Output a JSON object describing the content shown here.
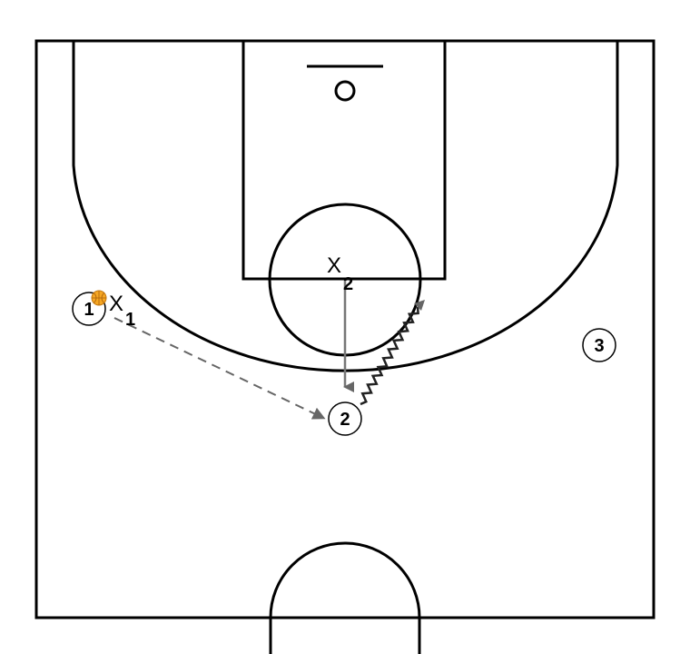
{
  "offense": {
    "p1": {
      "label": "1"
    },
    "p2": {
      "label": "2"
    },
    "p3": {
      "label": "3"
    }
  },
  "defense": {
    "x1": {
      "label": "X",
      "sub": "1"
    },
    "x2": {
      "label": "X",
      "sub": "2"
    }
  },
  "colors": {
    "lines": "#000000",
    "pass": "#666666",
    "cut": "#777777",
    "dribble": "#222222",
    "ball": "#f5a623"
  },
  "icons": {
    "ball": "basketball-icon"
  }
}
